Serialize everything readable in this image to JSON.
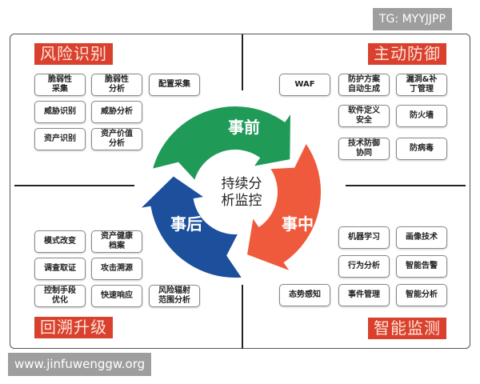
{
  "watermarks": {
    "top_right": "TG: MYYJJPP",
    "bottom_left": "www.jinfuwenggw.org"
  },
  "colors": {
    "header": "#d9412e",
    "before": "#1f9a57",
    "during": "#ef5a3c",
    "after": "#1c4f9c"
  },
  "cycle": {
    "center": "持续分\n析监控",
    "before": "事前",
    "during": "事中",
    "after": "事后"
  },
  "quadrants": {
    "risk": {
      "title": "风险识别",
      "items": [
        "脆弱性\n采集",
        "脆弱性\n分析",
        "配置采集",
        "威胁识别",
        "威胁分析",
        "资产识别",
        "资产价值\n分析"
      ]
    },
    "defense": {
      "title": "主动防御",
      "items": [
        "WAF",
        "防护方案\n自动生成",
        "漏洞&补\n丁管理",
        "软件定义\n安全",
        "防火墙",
        "技术防御\n协同",
        "防病毒"
      ]
    },
    "trace": {
      "title": "回溯升级",
      "items": [
        "模式改变",
        "资产健康\n档案",
        "调查取证",
        "攻击溯源",
        "控制手段\n优化",
        "快速响应",
        "风险辐射\n范围分析"
      ]
    },
    "monitor": {
      "title": "智能监测",
      "items": [
        "机器学习",
        "画像技术",
        "行为分析",
        "智能告警",
        "态势感知",
        "事件管理",
        "智能分析"
      ]
    }
  }
}
